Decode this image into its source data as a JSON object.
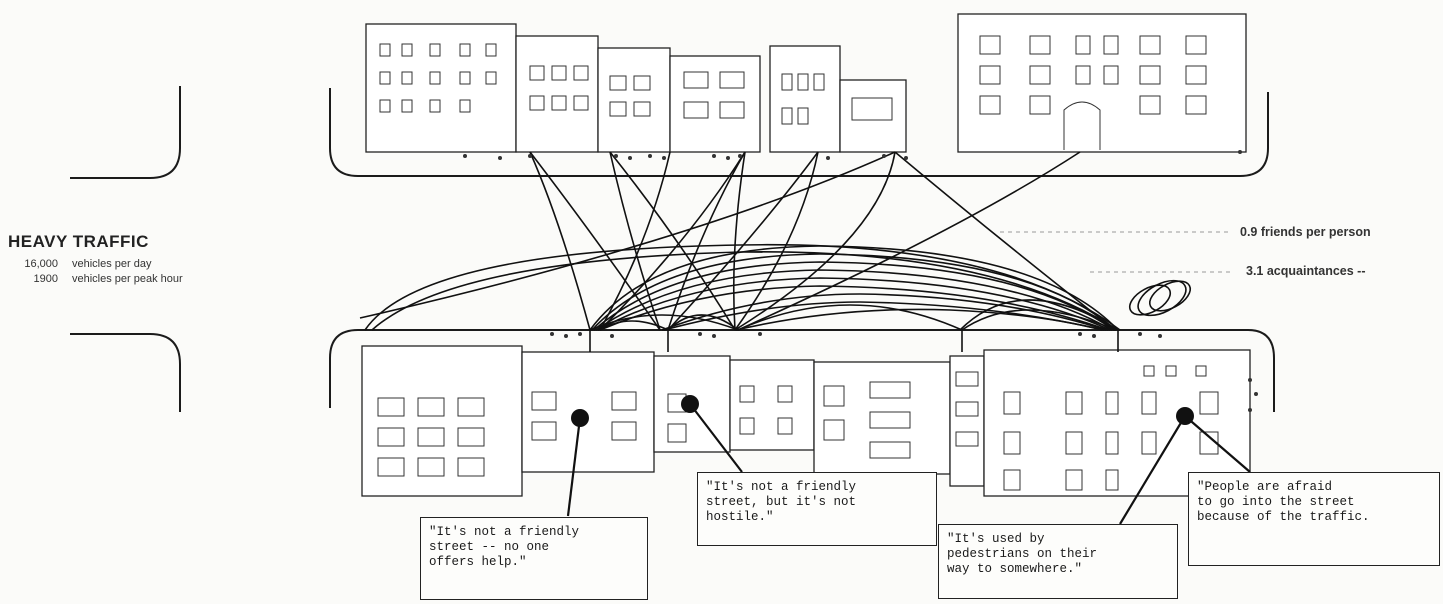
{
  "traffic": {
    "title": "HEAVY TRAFFIC",
    "lines": [
      {
        "value": "16,000",
        "label": "vehicles per day"
      },
      {
        "value": "1900",
        "label": "vehicles per peak hour"
      }
    ]
  },
  "stats": {
    "friends": "0.9 friends per person",
    "acquaintances": "3.1 acquaintances --"
  },
  "quotes": [
    "\"It's not a friendly\nstreet -- no one\noffers help.\"",
    "\"It's not a friendly\nstreet, but it's not\nhostile.\"",
    "\"It's used by\npedestrians on their\nway to somewhere.\"",
    "\"People are afraid\nto go into the street\nbecause of the traffic."
  ]
}
